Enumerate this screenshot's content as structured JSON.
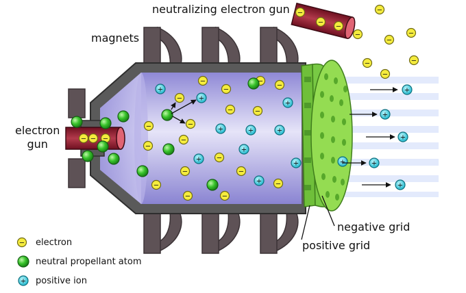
{
  "labels": {
    "neutralizing_gun": "neutralizing electron gun",
    "magnets": "magnets",
    "electron_gun_line1": "electron",
    "electron_gun_line2": "gun",
    "negative_grid": "negative grid",
    "positive_grid": "positive grid"
  },
  "legend": [
    {
      "key": "electron",
      "label": "electron"
    },
    {
      "key": "atom",
      "label": "neutral propellant atom"
    },
    {
      "key": "ion",
      "label": "positive ion"
    }
  ],
  "symbols": {
    "electron": "−",
    "ion": "+"
  },
  "colors": {
    "chamber_wall": "#5a5a5a",
    "chamber_gas": "#a9a3e0",
    "magnet": "#5e5256",
    "gun": "#8b1d2e",
    "grid": "#8ad640",
    "electron": "#f5ec3e",
    "atom": "#2fc42f",
    "ion": "#22c6d8",
    "beam": "#dde6fb"
  }
}
